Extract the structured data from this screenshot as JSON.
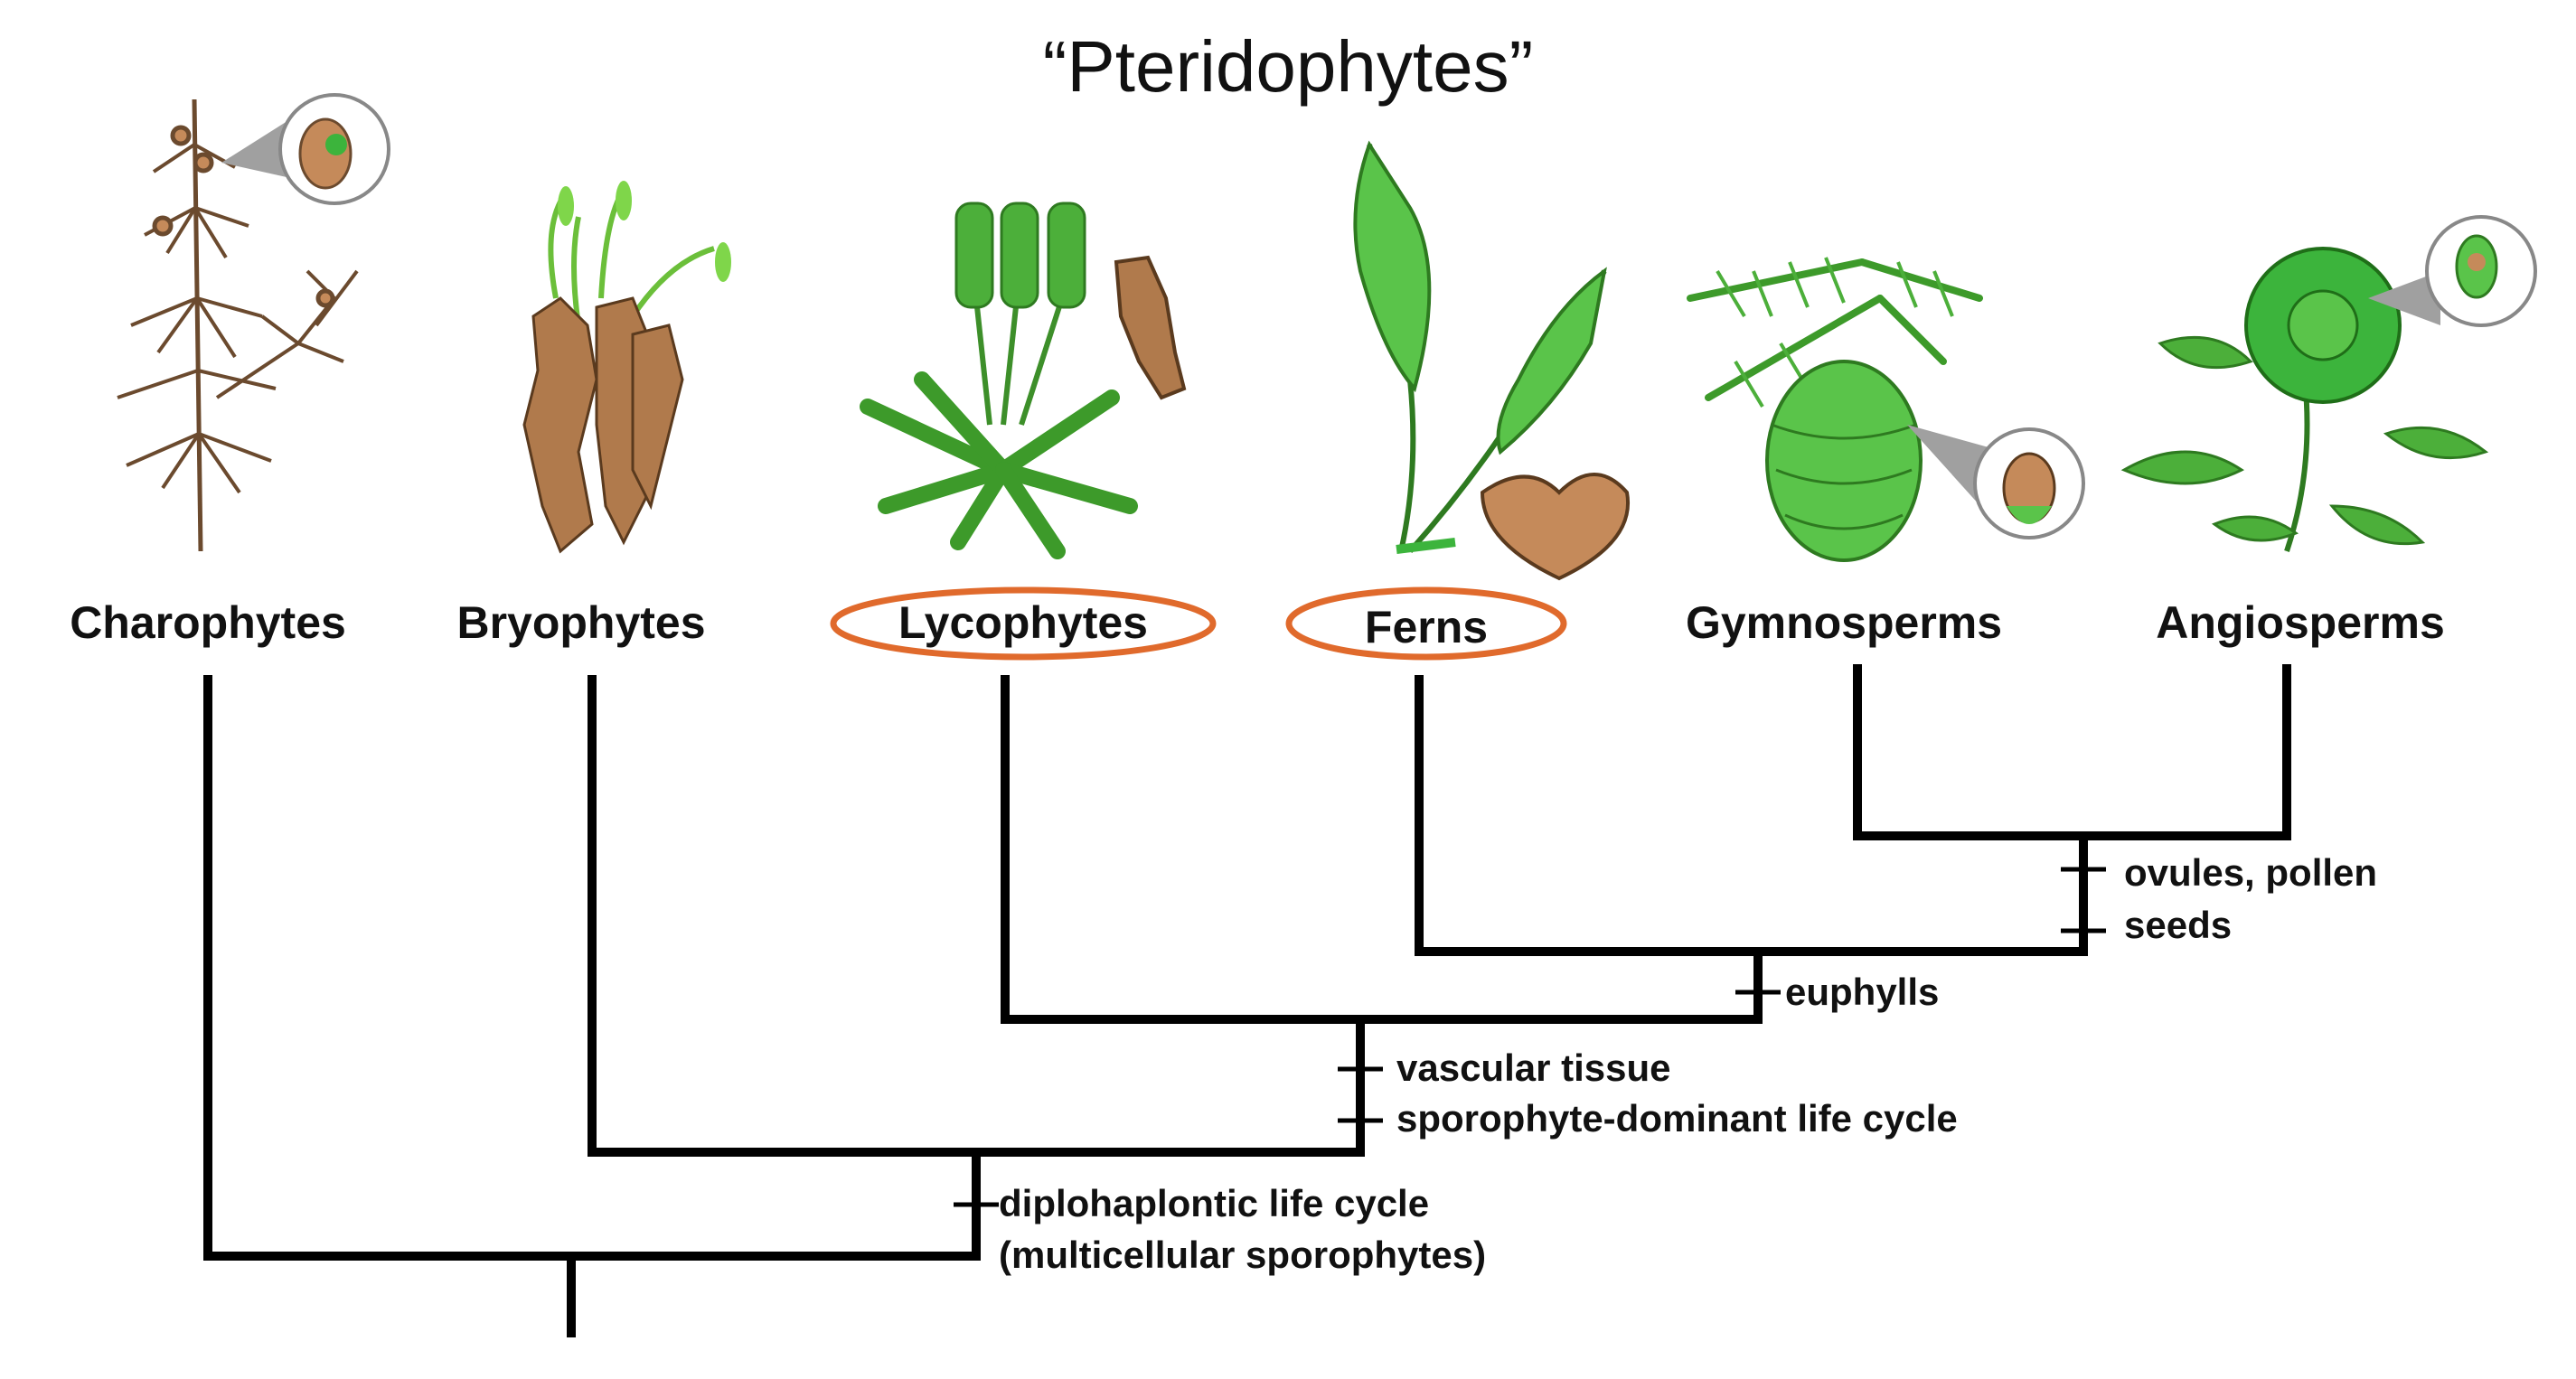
{
  "title": "“Pteridophytes”",
  "taxa": [
    "Charophytes",
    "Bryophytes",
    "Lycophytes",
    "Ferns",
    "Gymnosperms",
    "Angiosperms"
  ],
  "highlighted_taxa": [
    "Lycophytes",
    "Ferns"
  ],
  "traits": {
    "ovules_pollen": "ovules, pollen",
    "seeds": "seeds",
    "euphylls": "euphylls",
    "vascular_tissue": "vascular tissue",
    "sporophyte_dominant": "sporophyte-dominant life cycle",
    "diplohaplontic_1": "diplohaplontic life cycle",
    "diplohaplontic_2": "(multicellular sporophytes)"
  },
  "colors": {
    "highlight": "#e06a2c",
    "plant_green": "#3cb43c",
    "plant_light_green": "#7fd64a",
    "plant_brown": "#c58a5a",
    "line": "#000000"
  }
}
